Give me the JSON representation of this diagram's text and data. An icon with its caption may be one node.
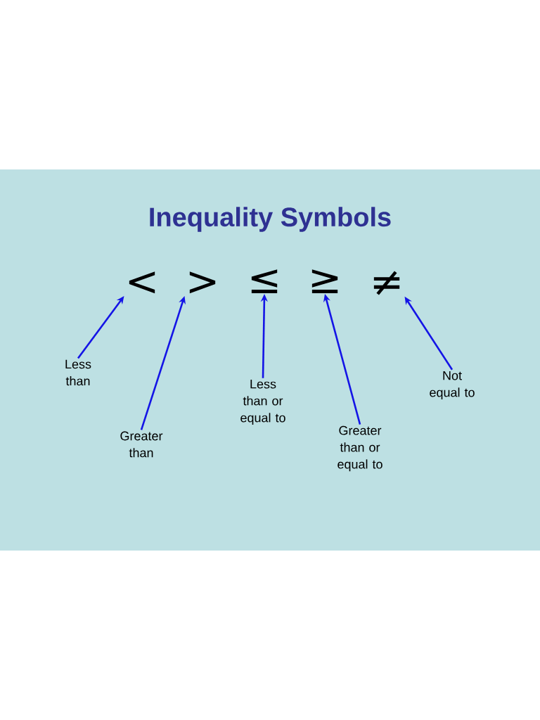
{
  "diagram": {
    "title": "Inequality Symbols",
    "nodes": [
      {
        "text": [
          "<"
        ]
      },
      {
        "text": [
          ">"
        ]
      },
      {
        "text": [
          "≤"
        ]
      },
      {
        "text": [
          "≥"
        ]
      },
      {
        "text": [
          "≠"
        ]
      },
      {
        "text": [
          "Less than"
        ]
      },
      {
        "text": [
          "Greater than"
        ]
      },
      {
        "text": [
          "Less than or equal to"
        ]
      },
      {
        "text": [
          "Greater than or equal to"
        ]
      },
      {
        "text": [
          "Not equal to"
        ]
      }
    ],
    "edges": [
      {
        "from": 5,
        "to": 0,
        "arrow": "to"
      },
      {
        "from": 6,
        "to": 1,
        "arrow": "to"
      },
      {
        "from": 7,
        "to": 2,
        "arrow": "to"
      },
      {
        "from": 8,
        "to": 3,
        "arrow": "to"
      },
      {
        "from": 9,
        "to": 4,
        "arrow": "to"
      }
    ]
  }
}
